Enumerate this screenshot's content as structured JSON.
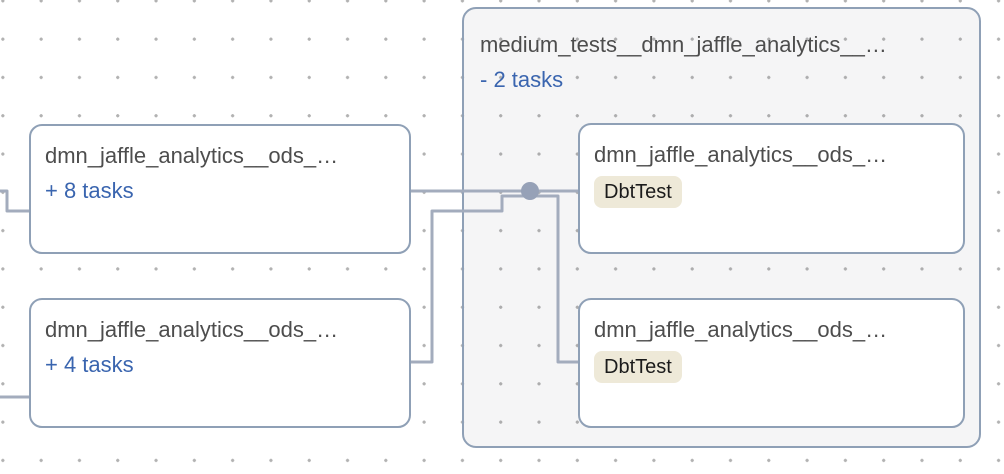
{
  "graph": {
    "upstream_nodes": [
      {
        "title": "dmn_jaffle_analytics__ods_…",
        "toggle_label": "+ 8 tasks"
      },
      {
        "title": "dmn_jaffle_analytics__ods_…",
        "toggle_label": "+ 4 tasks"
      }
    ],
    "group": {
      "title": "medium_tests__dmn_jaffle_analytics__…",
      "toggle_label": "- 2 tasks",
      "children": [
        {
          "title": "dmn_jaffle_analytics__ods_…",
          "operator_badge": "DbtTest"
        },
        {
          "title": "dmn_jaffle_analytics__ods_…",
          "operator_badge": "DbtTest"
        }
      ]
    },
    "colors": {
      "edge": "#a3acbd",
      "junction_dot": "#96a1b7",
      "node_border": "#8fa0b6",
      "group_fill": "#f4f4f5",
      "node_title_text": "#4d4d4d",
      "toggle_link_text": "#3a65af",
      "badge_bg": "#eee9d8",
      "badge_text": "#1b1b1b",
      "grid_dot": "#b2b2b2"
    }
  }
}
